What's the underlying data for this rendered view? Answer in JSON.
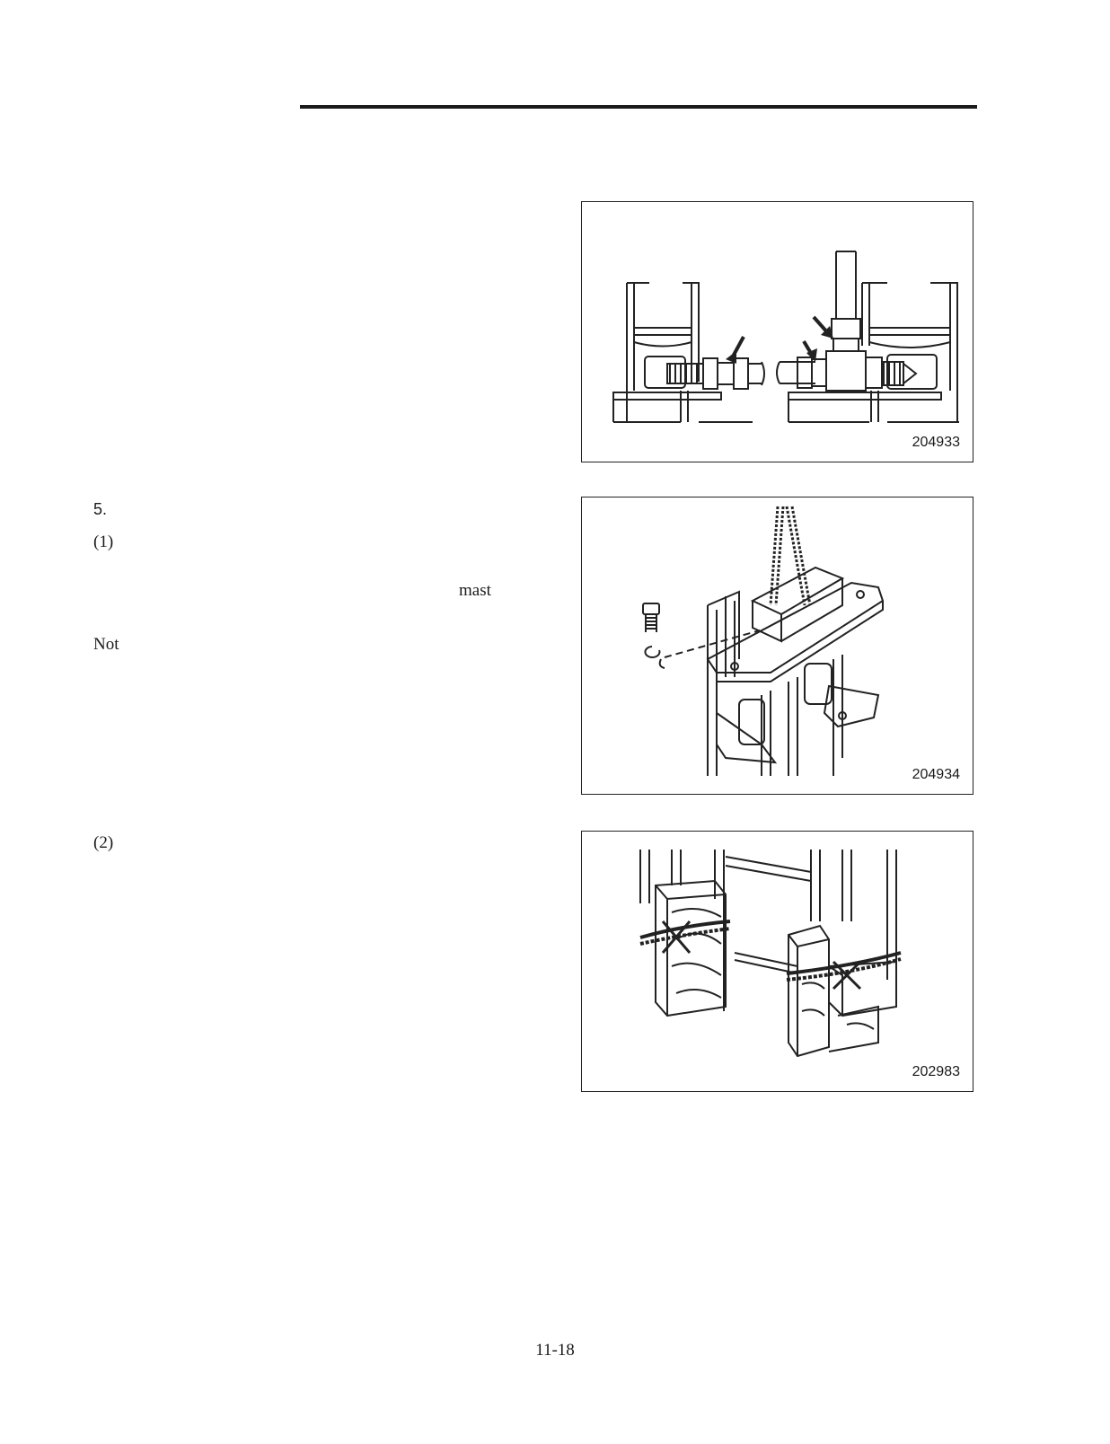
{
  "steps": {
    "step5_number": "5.",
    "sub1_number": "(1)",
    "sub1_fragment": "mast",
    "note_fragment": "Not",
    "sub2_number": "(2)"
  },
  "figures": [
    {
      "number": "204933",
      "subject": "hydraulic hose fittings with arrows"
    },
    {
      "number": "204934",
      "subject": "mast top with chains, bolt and snap ring"
    },
    {
      "number": "202983",
      "subject": "mast rails tied to wooden blocks"
    }
  ],
  "page_number": "11-18"
}
